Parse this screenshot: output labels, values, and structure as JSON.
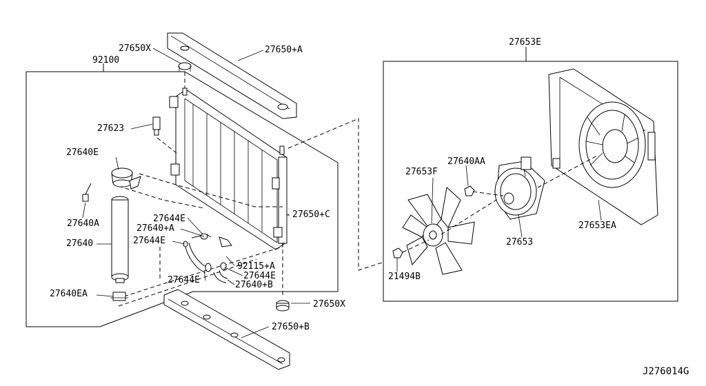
{
  "diagram_id": "J276014G",
  "callouts": {
    "p27650X_top": "27650X",
    "p27650A": "27650+A",
    "p92100": "92100",
    "p27653E": "27653E",
    "p27623": "27623",
    "p27640E": "27640E",
    "p27640A": "27640A",
    "p27640": "27640",
    "p27644E_1": "27644E",
    "p27640plusA": "27640+A",
    "p27644E_2": "27644E",
    "p27650C": "27650+C",
    "p92115A": "92115+A",
    "p27644E_3": "27644E",
    "p27644E_4": "27644E",
    "p27640B": "27640+B",
    "p27640EA": "27640EA",
    "p27650X_bottom": "27650X",
    "p27650B": "27650+B",
    "p27653F": "27653F",
    "p27640AA": "27640AA",
    "p27653": "27653",
    "p27653EA": "27653EA",
    "p21494B": "21494B"
  }
}
